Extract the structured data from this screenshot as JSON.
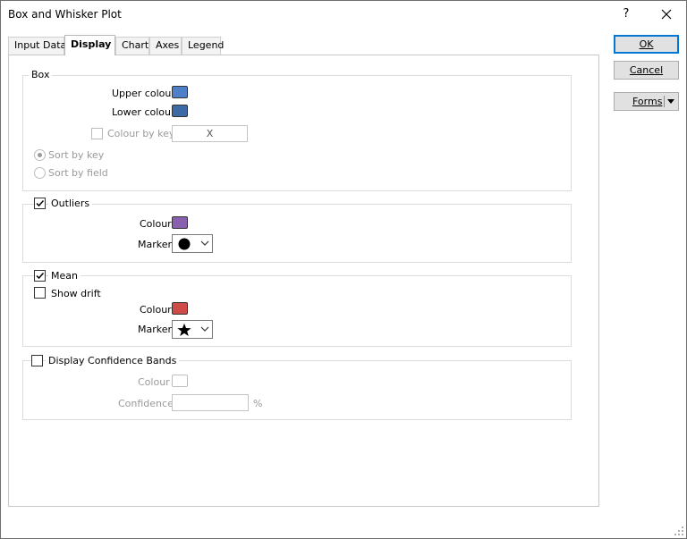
{
  "window": {
    "title": "Box and Whisker Plot",
    "help_glyph": "?",
    "close_glyph": "✕"
  },
  "tabs": [
    {
      "label": "Input Data",
      "active": false
    },
    {
      "label": "Display",
      "active": true
    },
    {
      "label": "Chart",
      "active": false
    },
    {
      "label": "Axes",
      "active": false
    },
    {
      "label": "Legend",
      "active": false
    }
  ],
  "buttons": {
    "ok": "OK",
    "cancel": "Cancel",
    "forms": "Forms"
  },
  "box": {
    "title": "Box",
    "upper_colour_label": "Upper colour",
    "upper_colour": "#4e7fc9",
    "lower_colour_label": "Lower colour",
    "lower_colour": "#3d6aa6",
    "colour_by_key_label": "Colour by key",
    "colour_by_key_checked": false,
    "colour_by_key_value": "X",
    "sort_by_key_label": "Sort by key",
    "sort_by_key_selected": true,
    "sort_by_field_label": "Sort by field",
    "sort_by_field_selected": false
  },
  "outliers": {
    "title": "Outliers",
    "checked": true,
    "colour_label": "Colour",
    "colour": "#8a5fb0",
    "marker_label": "Marker",
    "marker_icon": "circle"
  },
  "mean": {
    "title": "Mean",
    "checked": true,
    "show_drift_label": "Show drift",
    "show_drift_checked": false,
    "colour_label": "Colour",
    "colour": "#cf4b45",
    "marker_label": "Marker",
    "marker_icon": "star"
  },
  "confidence": {
    "title": "Display Confidence Bands",
    "checked": false,
    "colour_label": "Colour",
    "colour": "#ffffff",
    "confidence_label": "Confidence",
    "confidence_value": "",
    "unit": "%"
  }
}
